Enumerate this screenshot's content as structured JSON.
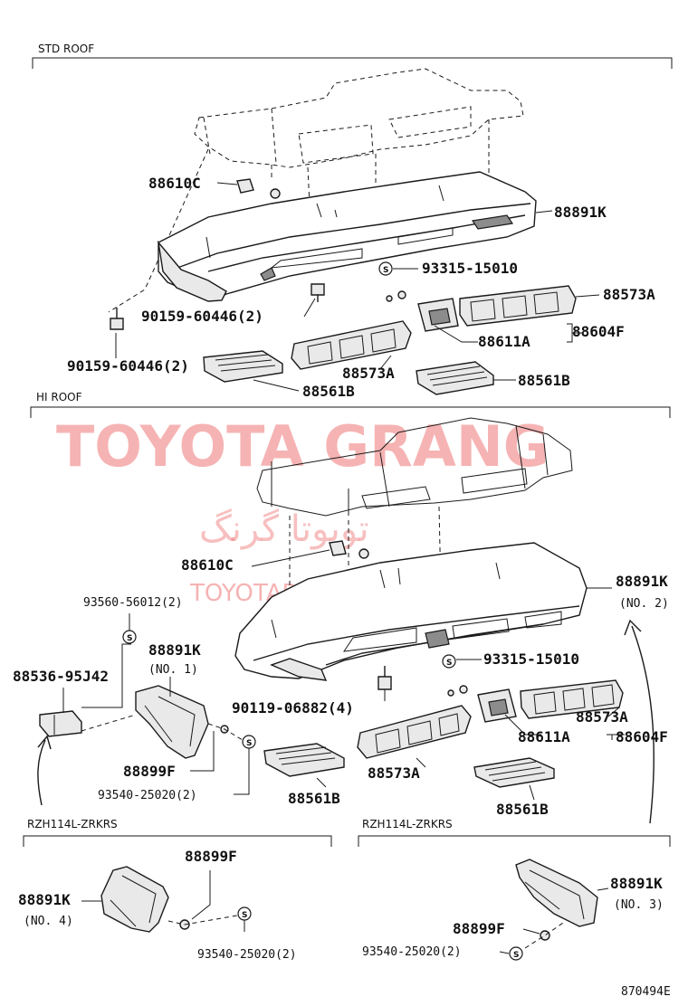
{
  "sections": {
    "std_roof": "STD ROOF",
    "hi_roof": "HI ROOF",
    "rzh_left": "RZH114L-ZRKRS",
    "rzh_right": "RZH114L-ZRKRS"
  },
  "labels": {
    "p88610c_top": "88610C",
    "p88891k_top": "88891K",
    "p93315_top": "93315-15010",
    "p88573a_top_r": "88573A",
    "p88604f_top": "88604F",
    "p88611a_top": "88611A",
    "p90159_a": "90159-60446(2)",
    "p90159_b": "90159-60446(2)",
    "p88573a_top_l": "88573A",
    "p88561b_top_r": "88561B",
    "p88561b_top_l": "88561B",
    "p88610c_mid": "88610C",
    "p88891k_no2": "88891K",
    "no2": "(NO. 2)",
    "p93560": "93560-56012(2)",
    "p88891k_no1": "88891K",
    "no1": "(NO. 1)",
    "p88536": "88536-95J42",
    "p93315_mid": "93315-15010",
    "p90119": "90119-06882(4)",
    "p88573a_mid_r": "88573A",
    "p88611a_mid": "88611A",
    "p88604f_mid": "88604F",
    "p88899f_mid": "88899F",
    "p93540_mid": "93540-25020(2)",
    "p88561b_mid_l": "88561B",
    "p88573a_mid_l": "88573A",
    "p88561b_mid_r": "88561B",
    "p88899f_bl": "88899F",
    "p88891k_no4": "88891K",
    "no4": "(NO. 4)",
    "p93540_bl": "93540-25020(2)",
    "p88891k_no3": "88891K",
    "no3": "(NO. 3)",
    "p88899f_br": "88899F",
    "p93540_br": "93540-25020(2)",
    "fig_no": "870494E",
    "s_mark": "S"
  },
  "watermark": {
    "brand": "TOYOTA GRANG",
    "farsi": "تويوتا گرنگ",
    "site": "TOYOTAPART.IR"
  },
  "colors": {
    "ink": "#1a1a1a",
    "watermark": "#f08080",
    "background": "#ffffff"
  }
}
